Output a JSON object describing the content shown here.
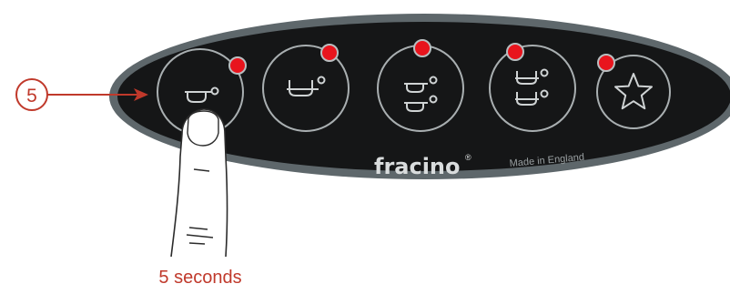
{
  "callout": {
    "step_number": "5"
  },
  "caption": "5 seconds",
  "panel": {
    "brand": "fracino",
    "brand_mark": "®",
    "made_in": "Made in England",
    "buttons": [
      {
        "id": "single-espresso",
        "icon": "small-cup-icon",
        "led": "on"
      },
      {
        "id": "single-coffee",
        "icon": "cup-icon",
        "led": "on"
      },
      {
        "id": "double-espresso",
        "icon": "two-small-cups-icon",
        "led": "on"
      },
      {
        "id": "double-coffee",
        "icon": "two-cups-icon",
        "led": "on"
      },
      {
        "id": "manual",
        "icon": "star-icon",
        "led": "on"
      }
    ]
  },
  "colors": {
    "panel_fill": "#151617",
    "panel_rim": "#5e676b",
    "button_ring": "#a9afb1",
    "led": "#e8141d",
    "accent": "#c0392b"
  },
  "pressed_button": "single-espresso"
}
